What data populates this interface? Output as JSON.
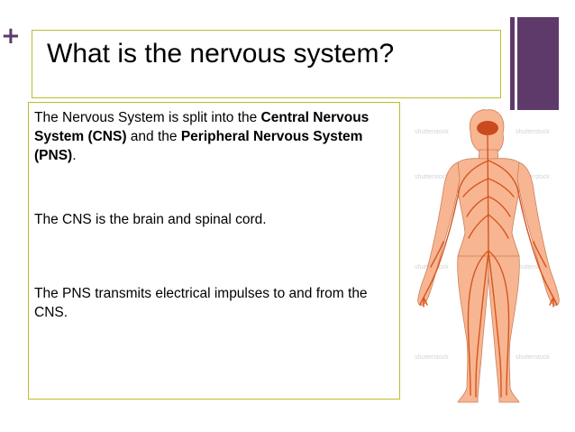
{
  "slide": {
    "marker": "+",
    "title": "What is the nervous system?",
    "paragraph1": {
      "t1": "The Nervous System is split into the ",
      "b1": "Central Nervous System (CNS)",
      "t2": " and the ",
      "b2": "Peripheral Nervous System (PNS)",
      "t3": "."
    },
    "paragraph2": "The CNS is the brain and spinal cord.",
    "paragraph3": "The PNS transmits electrical impulses to and from the CNS."
  },
  "colors": {
    "accent_purple": "#5e3a6b",
    "box_border": "#b9bf2e",
    "skin": "#f7b691",
    "nerve": "#d7541f",
    "brain": "#c94a1f"
  },
  "illustration": {
    "icon": "human-nervous-system-figure",
    "watermark": "shutterstock"
  }
}
